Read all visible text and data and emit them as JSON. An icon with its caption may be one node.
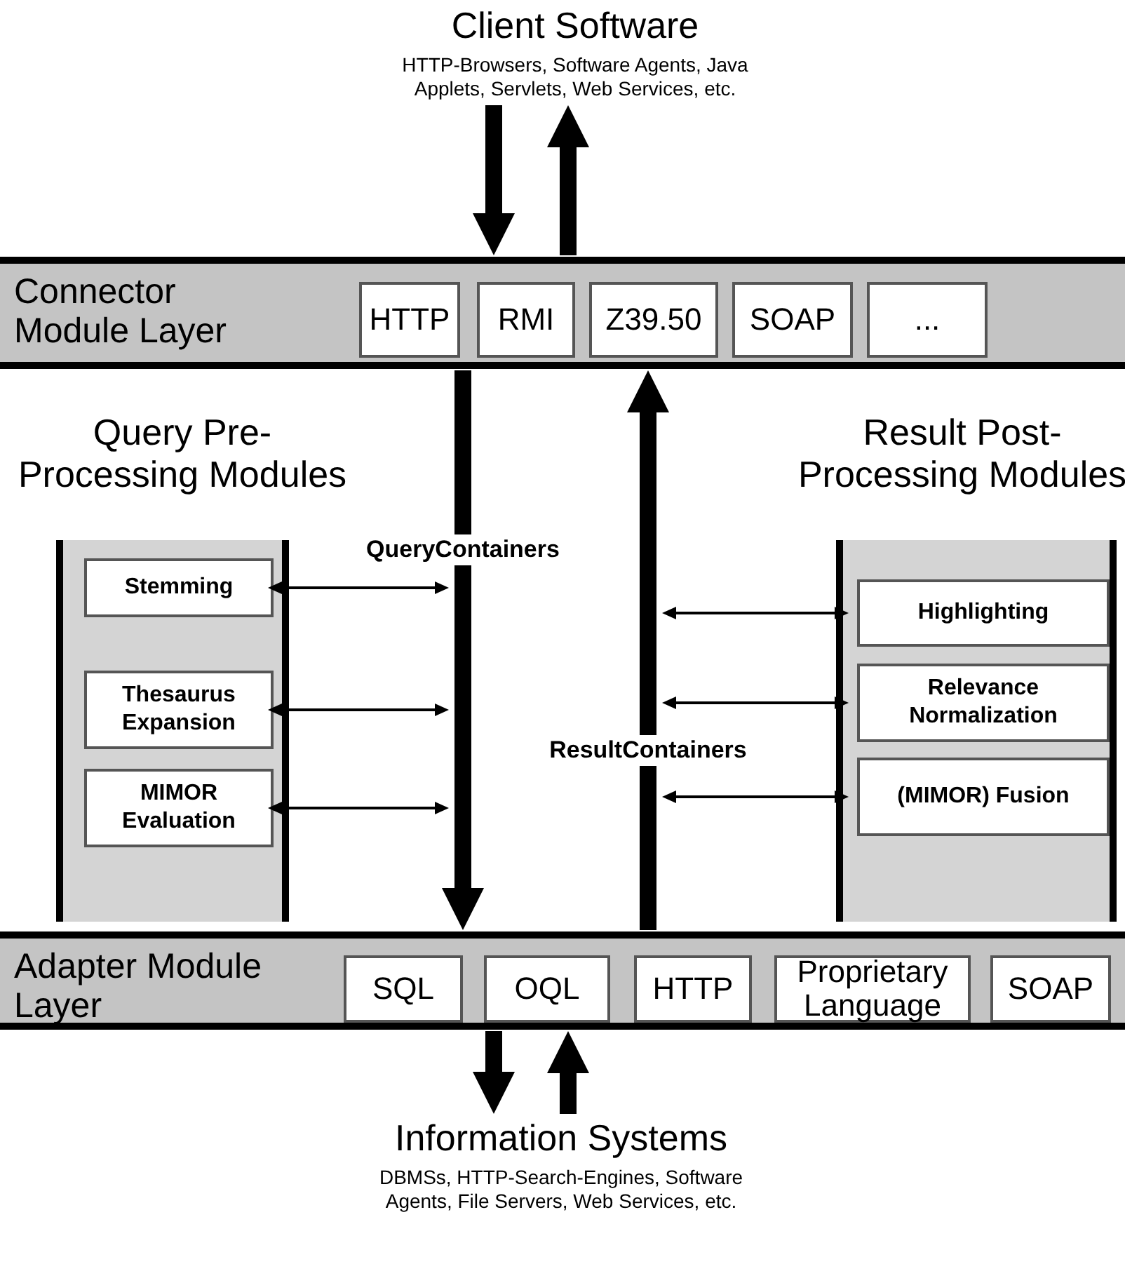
{
  "diagram": {
    "nodes": [
      {
        "text": [
          "Client Software",
          "HTTP-Browsers, Software Agents, Java Applets, Servlets, Web Services, etc."
        ]
      },
      {
        "text": [
          "Connector Module Layer"
        ]
      },
      {
        "text": [
          "HTTP"
        ],
        "in": 1
      },
      {
        "text": [
          "RMI"
        ],
        "in": 1
      },
      {
        "text": [
          "Z39.50"
        ],
        "in": 1
      },
      {
        "text": [
          "SOAP"
        ],
        "in": 1
      },
      {
        "text": [
          "..."
        ],
        "in": 1
      },
      {
        "text": [
          "Query Pre-Processing Modules"
        ]
      },
      {
        "text": [
          "Stemming"
        ],
        "in": 7
      },
      {
        "text": [
          "Thesaurus Expansion"
        ],
        "in": 7
      },
      {
        "text": [
          "MIMOR Evaluation"
        ],
        "in": 7
      },
      {
        "text": [
          "Result Post-Processing Modules"
        ]
      },
      {
        "text": [
          "Highlighting"
        ],
        "in": 11
      },
      {
        "text": [
          "Relevance Normalization"
        ],
        "in": 11
      },
      {
        "text": [
          "(MIMOR) Fusion"
        ],
        "in": 11
      },
      {
        "text": [
          "Adapter Module Layer"
        ]
      },
      {
        "text": [
          "SQL"
        ],
        "in": 15
      },
      {
        "text": [
          "OQL"
        ],
        "in": 15
      },
      {
        "text": [
          "HTTP"
        ],
        "in": 15
      },
      {
        "text": [
          "Proprietary Language"
        ],
        "in": 15
      },
      {
        "text": [
          "SOAP"
        ],
        "in": 15
      },
      {
        "text": [
          "Information Systems",
          "DBMSs, HTTP-Search-Engines, Software Agents, File Servers, Web Services, etc."
        ]
      }
    ],
    "edges": [
      {
        "from": 0,
        "to": 1,
        "arrow": "to",
        "style": "thick"
      },
      {
        "from": 1,
        "to": 0,
        "arrow": "to",
        "style": "thick"
      },
      {
        "from": 1,
        "to": 15,
        "arrow": "to",
        "style": "thick",
        "label": "QueryContainers"
      },
      {
        "from": 15,
        "to": 1,
        "arrow": "to",
        "style": "thick",
        "label": "ResultContainers"
      },
      {
        "from": 8,
        "to": null,
        "arrow": "both"
      },
      {
        "from": 9,
        "to": null,
        "arrow": "both"
      },
      {
        "from": 10,
        "to": null,
        "arrow": "both"
      },
      {
        "from": null,
        "to": 12,
        "arrow": "both"
      },
      {
        "from": null,
        "to": 13,
        "arrow": "both"
      },
      {
        "from": null,
        "to": 14,
        "arrow": "both"
      },
      {
        "from": 15,
        "to": 21,
        "arrow": "to",
        "style": "thick"
      },
      {
        "from": 21,
        "to": 15,
        "arrow": "to",
        "style": "thick"
      }
    ]
  }
}
